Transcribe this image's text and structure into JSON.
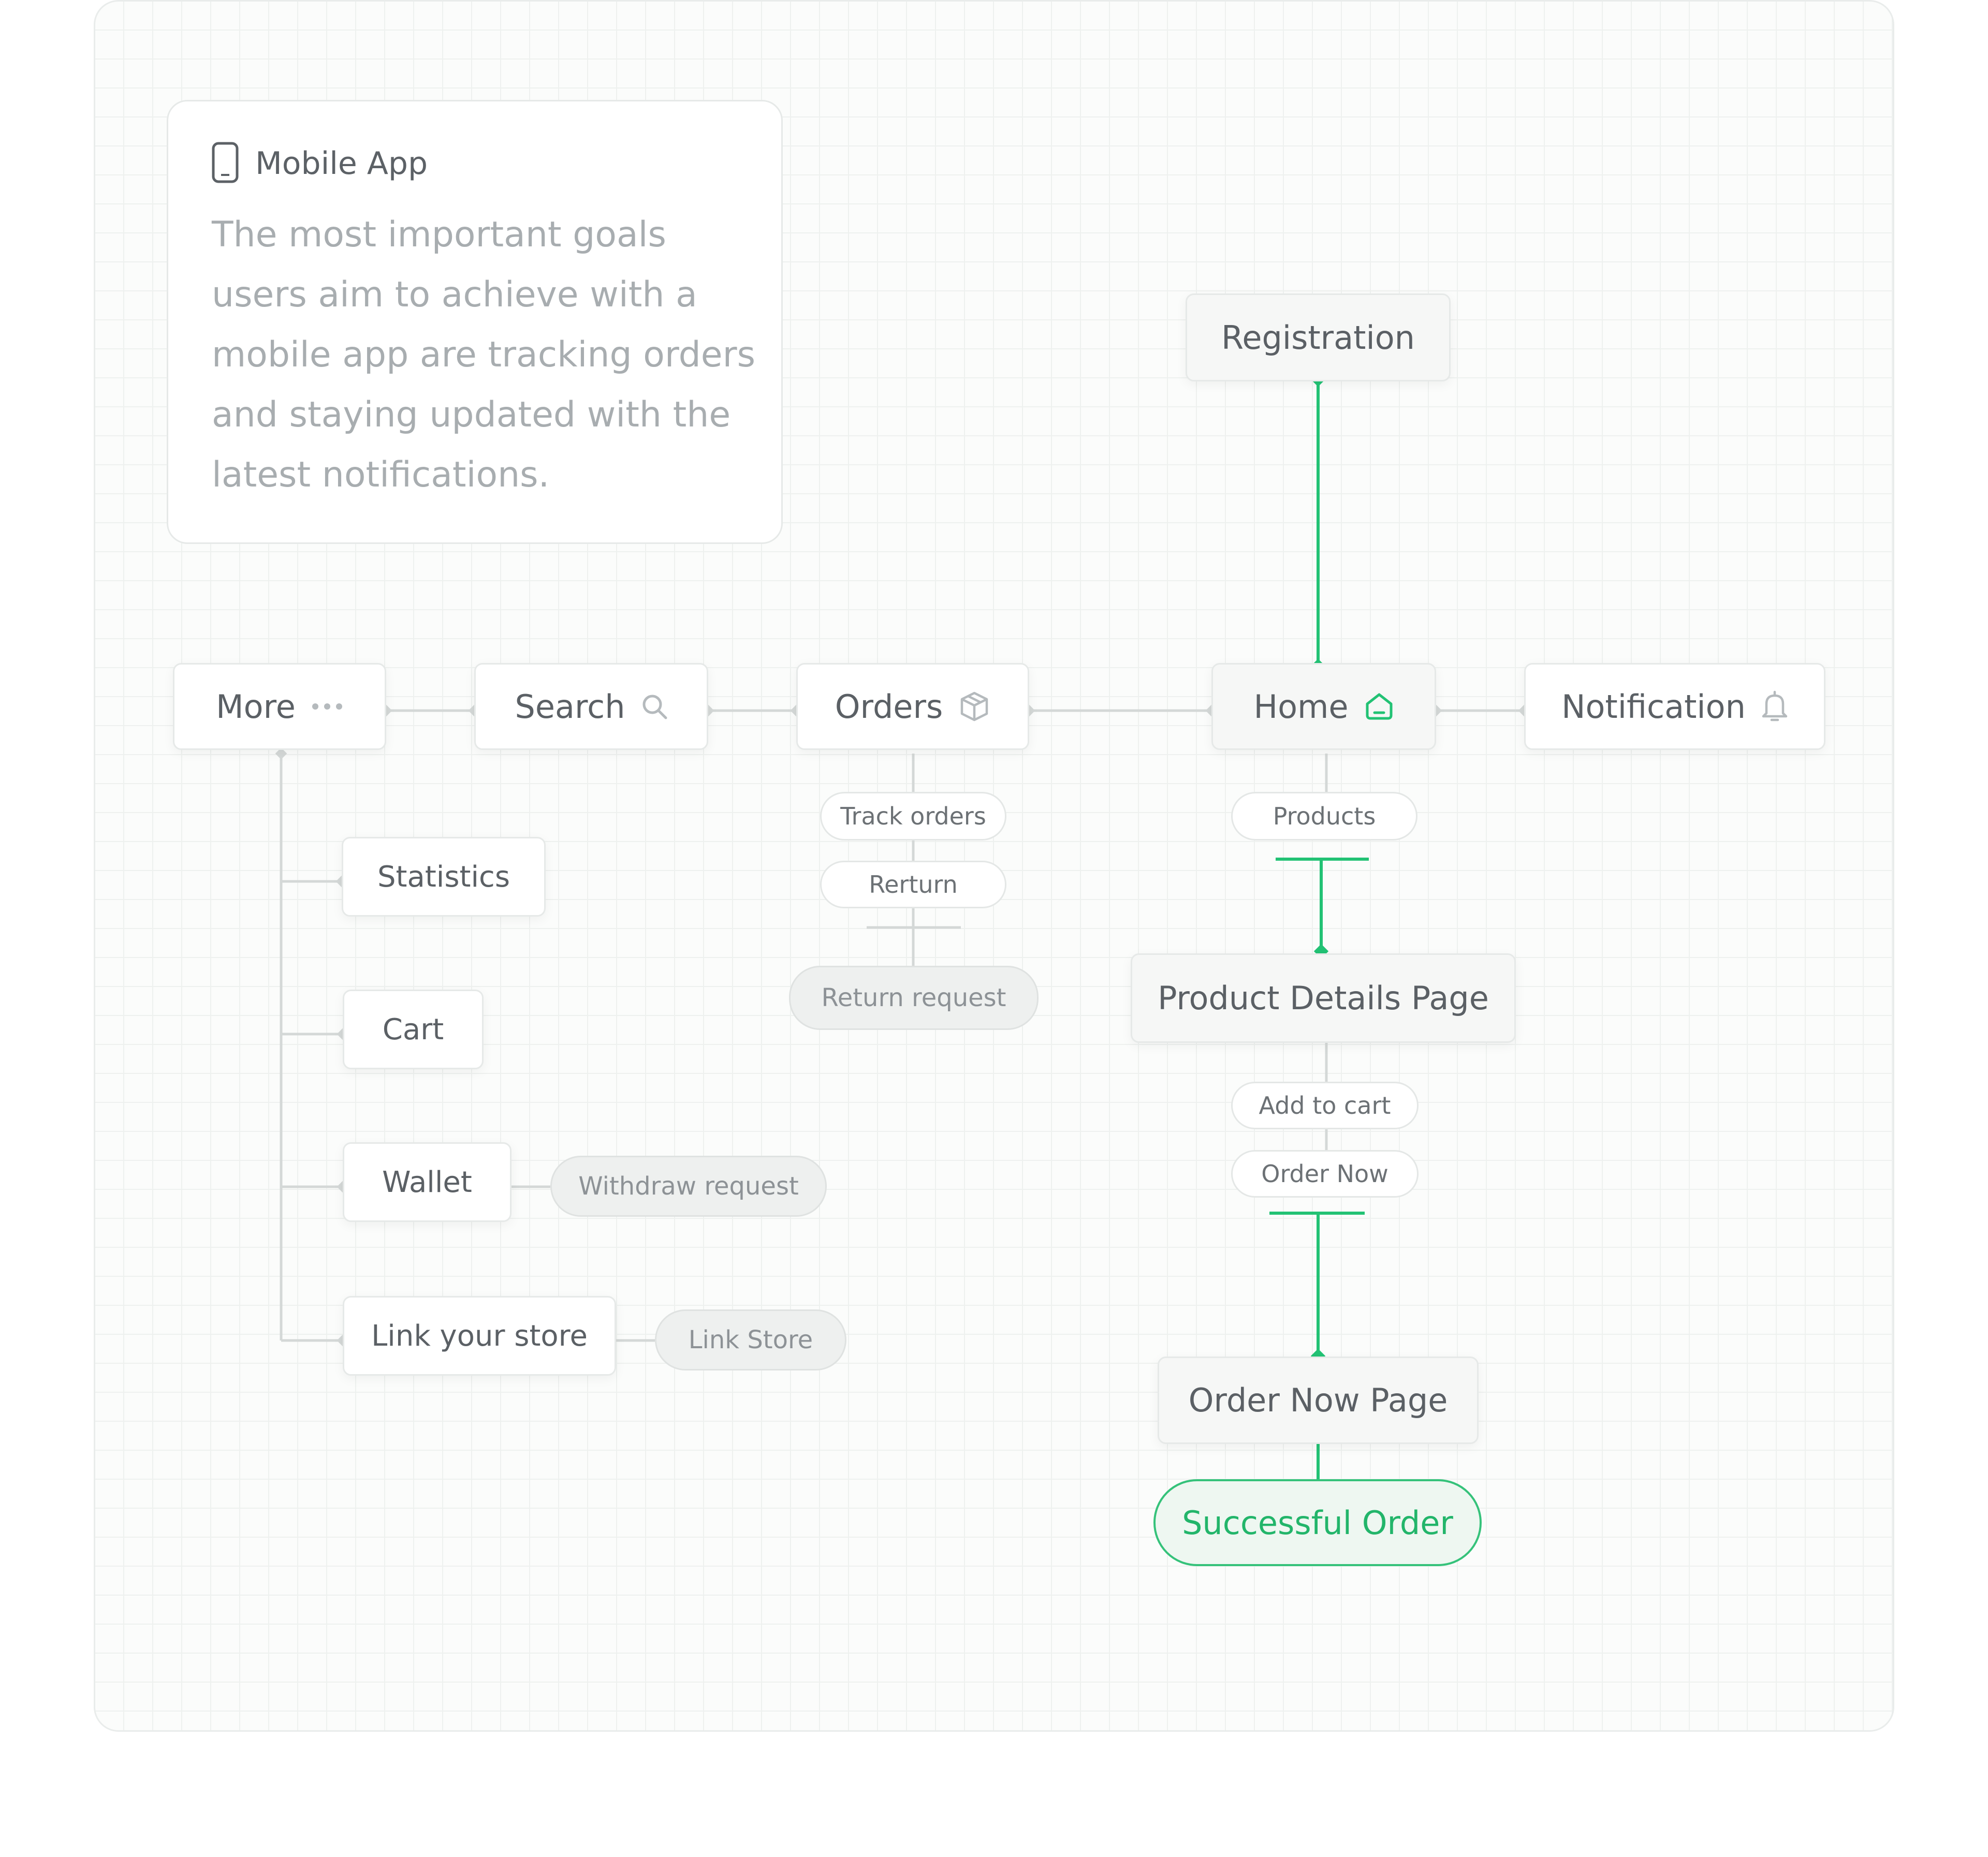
{
  "intro": {
    "icon": "phone-icon",
    "title": "Mobile App",
    "text": "The most important goals users aim to achieve with a mobile app are tracking orders and staying updated with the latest notifications."
  },
  "nodes": {
    "registration": "Registration",
    "more": "More",
    "search": "Search",
    "orders": "Orders",
    "home": "Home",
    "notification": "Notification",
    "statistics": "Statistics",
    "cart": "Cart",
    "wallet": "Wallet",
    "link_your_store": "Link your store",
    "product_details_page": "Product Details Page",
    "order_now_page": "Order Now Page",
    "successful_order": "Successful Order"
  },
  "pills": {
    "track_orders": "Track orders",
    "rerturn": "Rerturn",
    "return_request": "Return request",
    "products": "Products",
    "add_to_cart": "Add to cart",
    "order_now": "Order Now",
    "withdraw_request": "Withdraw request",
    "link_store": "Link Store"
  },
  "icons": {
    "more": "more-dots-icon",
    "search": "search-icon",
    "orders": "box-icon",
    "home": "home-icon",
    "notification": "bell-icon"
  },
  "colors": {
    "accent": "#22b56a",
    "line": "#d3d7d6",
    "text": "#5b6065",
    "muted": "#a8adb0"
  }
}
